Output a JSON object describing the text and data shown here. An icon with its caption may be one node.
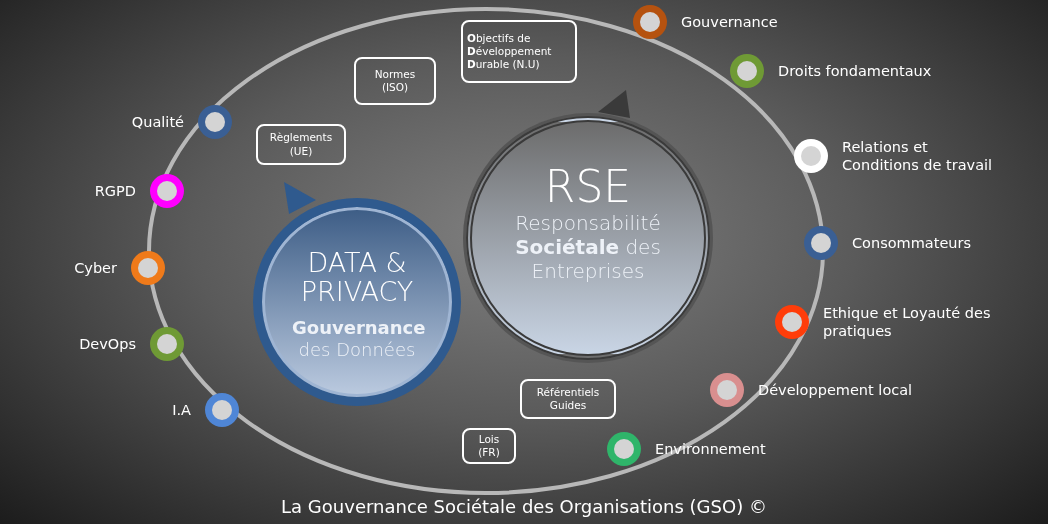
{
  "diagram": {
    "caption": "La Gouvernance Sociétale des Organisations (GSO) ©",
    "nodes": [
      {
        "text": [
          "RSE",
          "Responsabilité **Sociétale** des Entreprises"
        ]
      },
      {
        "text": [
          "DATA & PRIVACY",
          "**Gouvernance** des Données"
        ]
      },
      {
        "text": [
          "**O**bjectifs de **D**éveloppement **D**urable (N.U)"
        ]
      },
      {
        "text": [
          "Normes (ISO)"
        ]
      },
      {
        "text": [
          "Règlements (UE)"
        ]
      },
      {
        "text": [
          "Référentiels Guides"
        ]
      },
      {
        "text": [
          "Lois (FR)"
        ]
      },
      {
        "text": [
          "Gouvernance"
        ]
      },
      {
        "text": [
          "Droits fondamentaux"
        ]
      },
      {
        "text": [
          "Relations et Conditions de travail"
        ]
      },
      {
        "text": [
          "Consommateurs"
        ]
      },
      {
        "text": [
          "Ethique et Loyauté des pratiques"
        ]
      },
      {
        "text": [
          "Développement local"
        ]
      },
      {
        "text": [
          "Environnement"
        ]
      },
      {
        "text": [
          "Qualité"
        ]
      },
      {
        "text": [
          "RGPD"
        ]
      },
      {
        "text": [
          "Cyber"
        ]
      },
      {
        "text": [
          "DevOps"
        ]
      },
      {
        "text": [
          "I.A"
        ]
      }
    ],
    "edges": []
  }
}
